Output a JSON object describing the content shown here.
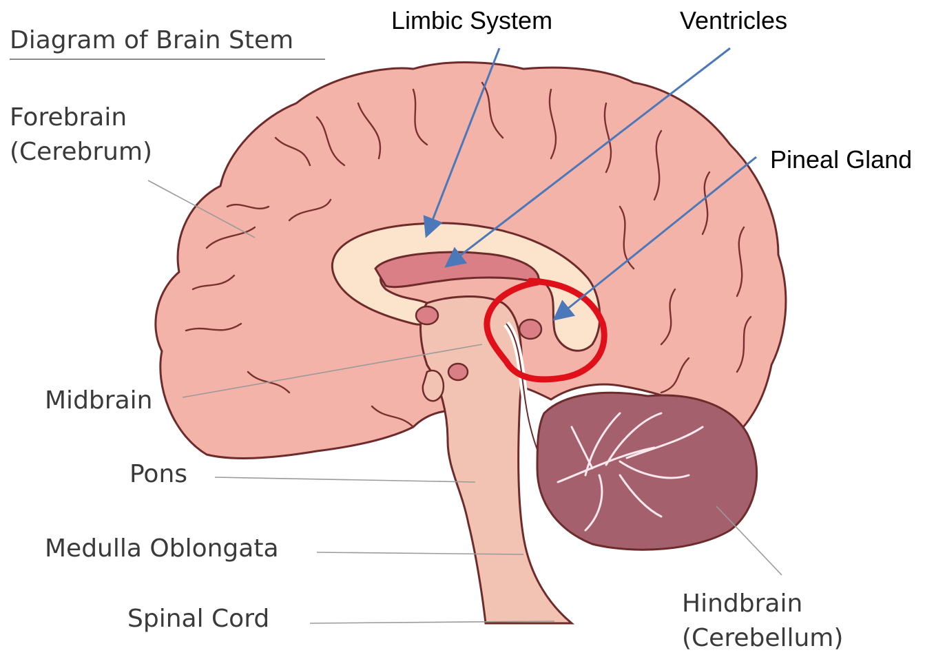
{
  "title": "Diagram of Brain Stem",
  "labels": {
    "forebrain_line1": "Forebrain",
    "forebrain_line2": "(Cerebrum)",
    "midbrain": "Midbrain",
    "pons": "Pons",
    "medulla": "Medulla Oblongata",
    "spinal_cord": "Spinal Cord",
    "hindbrain_line1": "Hindbrain",
    "hindbrain_line2": "(Cerebellum)"
  },
  "callouts": {
    "limbic": "Limbic System",
    "ventricles": "Ventricles",
    "pineal": "Pineal Gland"
  },
  "colors": {
    "cerebrum": "#f3b3a8",
    "corpus_callosum": "#fbe3cc",
    "ventricle": "#d97f85",
    "stem": "#f2c3b2",
    "cerebellum": "#a5606e",
    "arrow": "#4a78b8",
    "highlight": "#e0101a"
  }
}
